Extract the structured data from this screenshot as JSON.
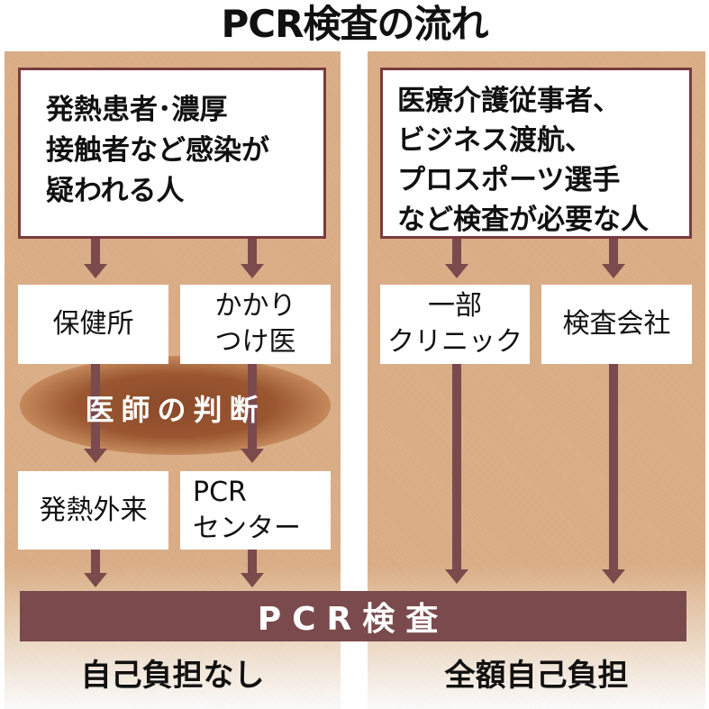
{
  "title": "PCR検査の流れ",
  "colors": {
    "panel_bg": "#dcae84",
    "box_border": "#7a3b3e",
    "arrow": "#7a4a4c",
    "bar": "#7a4a4c",
    "blob": "#8a4a2a"
  },
  "left": {
    "target": "発熱患者･濃厚\n接触者など感染が\n疑われる人",
    "target_lines": [
      "発熱患者･濃厚",
      "接触者など感染が",
      "疑われる人"
    ],
    "entry_nodes": [
      "保健所",
      "かかりつけ医"
    ],
    "entry_lines": [
      [
        "保健所"
      ],
      [
        "かかり",
        "つけ医"
      ]
    ],
    "decision": "医師の判断",
    "test_sites": [
      [
        "発熱外来"
      ],
      [
        "PCR",
        "センター"
      ]
    ],
    "cost": "自己負担なし"
  },
  "right": {
    "target_lines": [
      "医療介護従事者、",
      "ビジネス渡航、",
      "プロスポーツ選手",
      "など検査が必要な人"
    ],
    "entry_lines": [
      [
        "一部",
        "クリニック"
      ],
      [
        "検査会社"
      ]
    ],
    "cost": "全額自己負担"
  },
  "pcr_bar": "PCR検査"
}
